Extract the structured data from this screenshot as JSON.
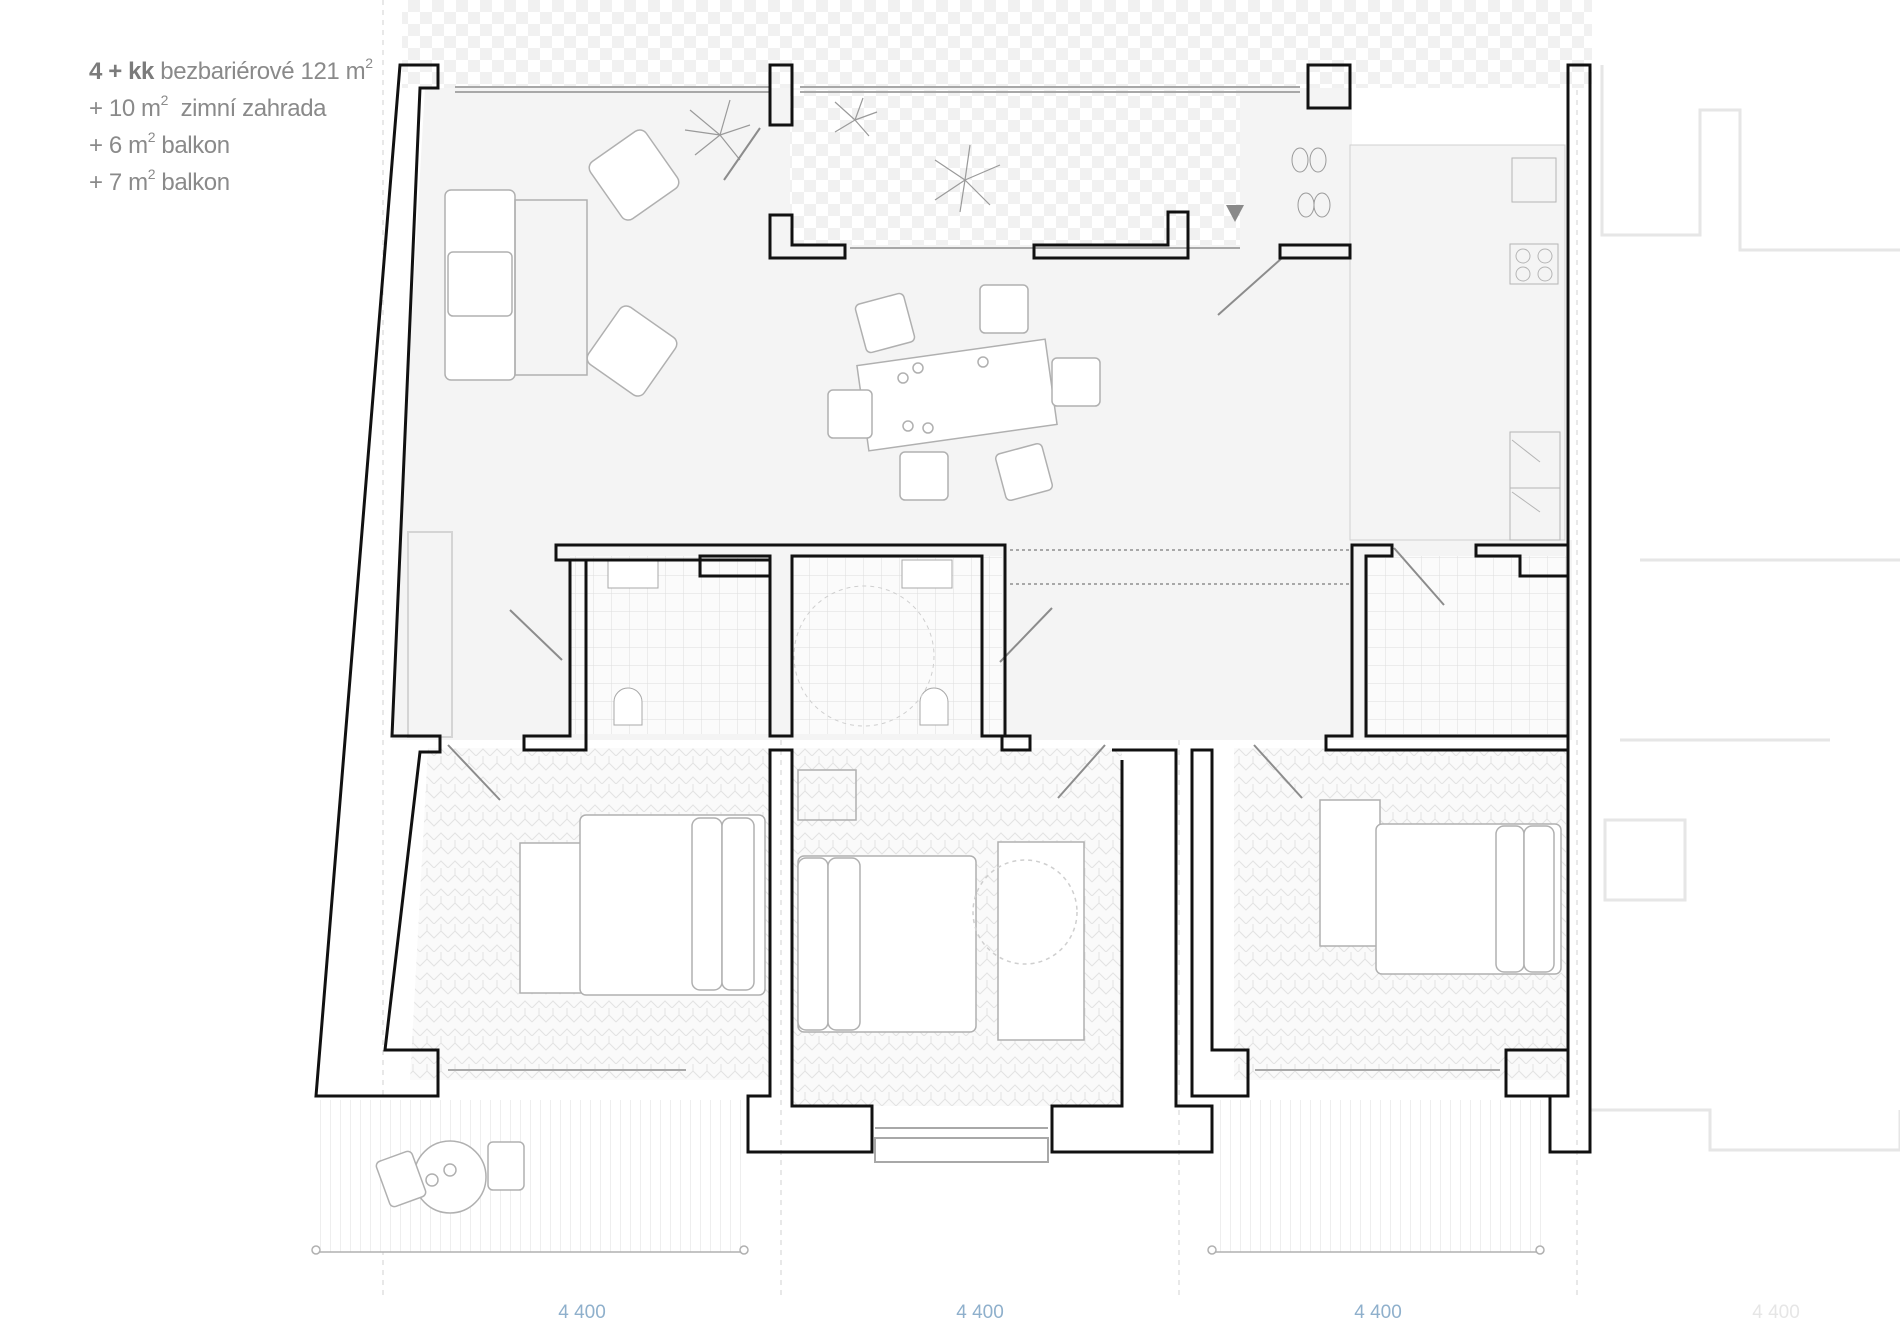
{
  "legend": {
    "layout_bold": "4 + kk",
    "layout_desc": "bezbariérové 121 m",
    "layout_sup": "2",
    "line2_pre": "+ 10 m",
    "line2_sup": "2",
    "line2_post": "zimní zahrada",
    "line3_pre": "+ 6 m",
    "line3_sup": "2",
    "line3_post": "balkon",
    "line4_pre": "+ 7 m",
    "line4_sup": "2",
    "line4_post": "balkon"
  },
  "dimensions": [
    "4 400",
    "4 400",
    "4 400",
    "4 400"
  ],
  "colors": {
    "wall": "#111111",
    "floor_fill": "#f4f4f4",
    "furniture_line": "#b5b5b5",
    "dimension_text": "#8fb0cc",
    "legend_text": "#8a8a8a"
  }
}
